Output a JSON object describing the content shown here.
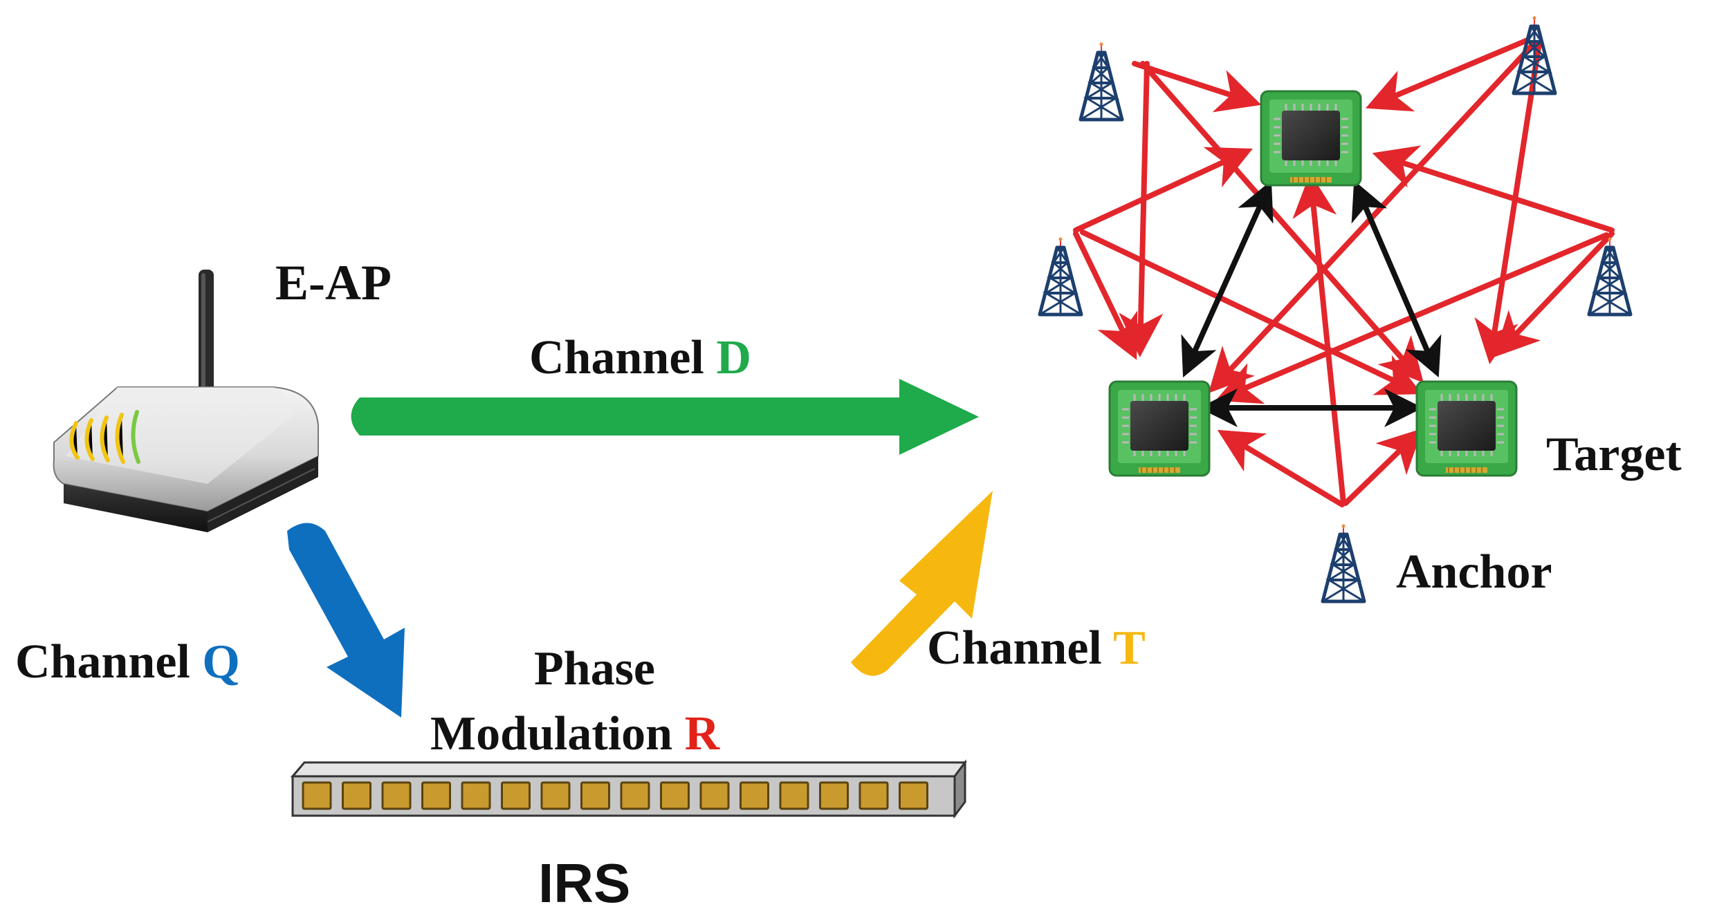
{
  "labels": {
    "eap": "E-AP",
    "channel_d_prefix": "Channel ",
    "channel_d_letter": "D",
    "channel_q_prefix": "Channel ",
    "channel_q_letter": "Q",
    "channel_t_prefix": "Channel ",
    "channel_t_letter": "T",
    "phase_line1": "Phase",
    "phase_line2_prefix": "Modulation ",
    "phase_letter": "R",
    "irs": "IRS",
    "target": "Target",
    "anchor": "Anchor"
  },
  "colors": {
    "channel_d": "#1faa4b",
    "channel_q": "#0f6fbf",
    "channel_t": "#f6b80f",
    "phase_r": "#e2231a",
    "anchor_links": "#e2262b",
    "target_links": "#111111",
    "irs_element": "#c99a2e",
    "chip_board": "#3aa847"
  },
  "icons": {
    "router": "wireless-router-icon",
    "tower": "antenna-tower-icon",
    "chip": "microchip-icon",
    "irs_panel": "irs-panel-icon"
  }
}
